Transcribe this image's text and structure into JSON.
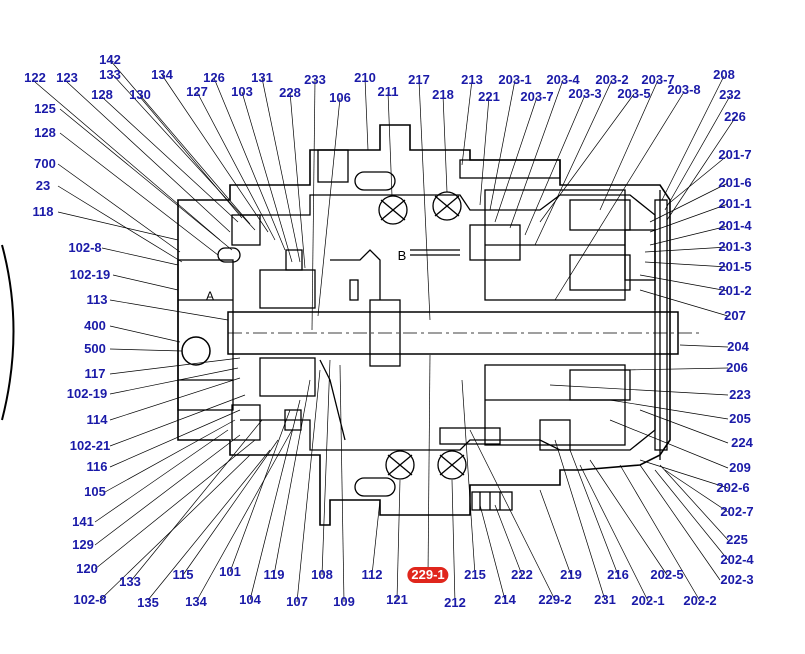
{
  "colors": {
    "label": "#1a1aa8",
    "line": "#000000",
    "highlight": "#e0261c"
  },
  "highlighted_part": "229-1",
  "region_labels": [
    "A",
    "B"
  ],
  "callouts": [
    "142",
    "133",
    "134",
    "126",
    "131",
    "233",
    "210",
    "217",
    "213",
    "203-1",
    "203-4",
    "203-2",
    "203-7",
    "208",
    "122",
    "123",
    "128",
    "130",
    "127",
    "103",
    "228",
    "106",
    "211",
    "218",
    "221",
    "203-7",
    "203-3",
    "203-5",
    "203-8",
    "232",
    "125",
    "226",
    "128",
    "201-7",
    "700",
    "201-6",
    "23",
    "201-1",
    "118",
    "201-4",
    "102-8",
    "201-3",
    "201-5",
    "102-19",
    "201-2",
    "113",
    "207",
    "400",
    "500",
    "204",
    "117",
    "206",
    "102-19",
    "223",
    "114",
    "205",
    "102-21",
    "224",
    "116",
    "209",
    "105",
    "202-6",
    "141",
    "202-7",
    "129",
    "225",
    "120",
    "202-4",
    "133",
    "115",
    "101",
    "119",
    "108",
    "112",
    "229-1",
    "215",
    "222",
    "219",
    "216",
    "202-5",
    "202-3",
    "102-8",
    "135",
    "134",
    "104",
    "107",
    "109",
    "121",
    "212",
    "214",
    "229-2",
    "231",
    "202-1",
    "202-2"
  ]
}
